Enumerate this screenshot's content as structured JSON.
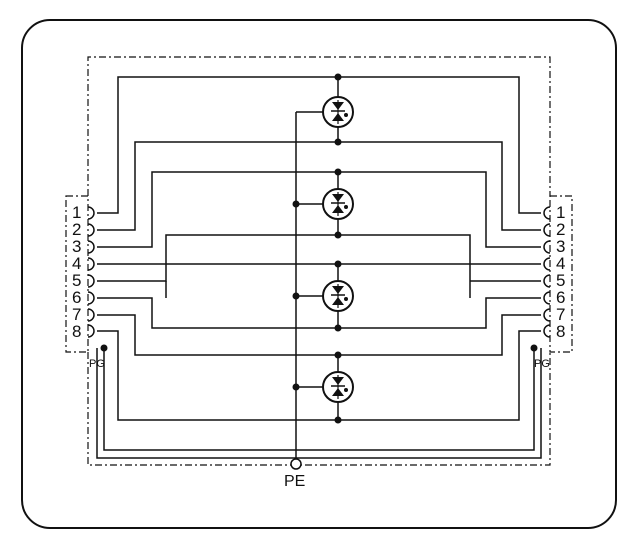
{
  "left_connector": {
    "pins": [
      "1",
      "2",
      "3",
      "4",
      "5",
      "6",
      "7",
      "8"
    ],
    "shield_label": "PG"
  },
  "right_connector": {
    "pins": [
      "1",
      "2",
      "3",
      "4",
      "5",
      "6",
      "7",
      "8"
    ],
    "shield_label": "PG"
  },
  "earth_terminal": {
    "label": "PE"
  },
  "protection_elements": {
    "count": 4,
    "pairs": [
      [
        "1",
        "2"
      ],
      [
        "3",
        "6"
      ],
      [
        "4",
        "5"
      ],
      [
        "7",
        "8"
      ]
    ]
  },
  "colors": {
    "line": "#111111",
    "background": "#ffffff"
  }
}
